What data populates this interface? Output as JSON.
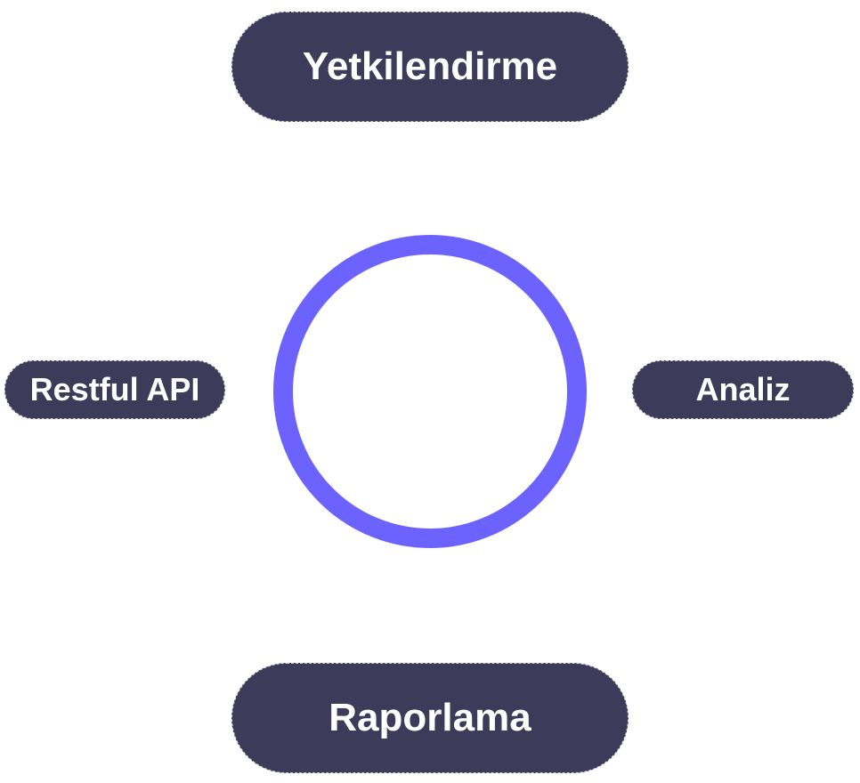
{
  "nodes": {
    "top": "Yetkilendirme",
    "bottom": "Raporlama",
    "left": "Restful API",
    "right": "Analiz"
  },
  "colors": {
    "pill_background": "#3d3b5a",
    "pill_text": "#ffffff",
    "ring": "#6c63ff"
  }
}
